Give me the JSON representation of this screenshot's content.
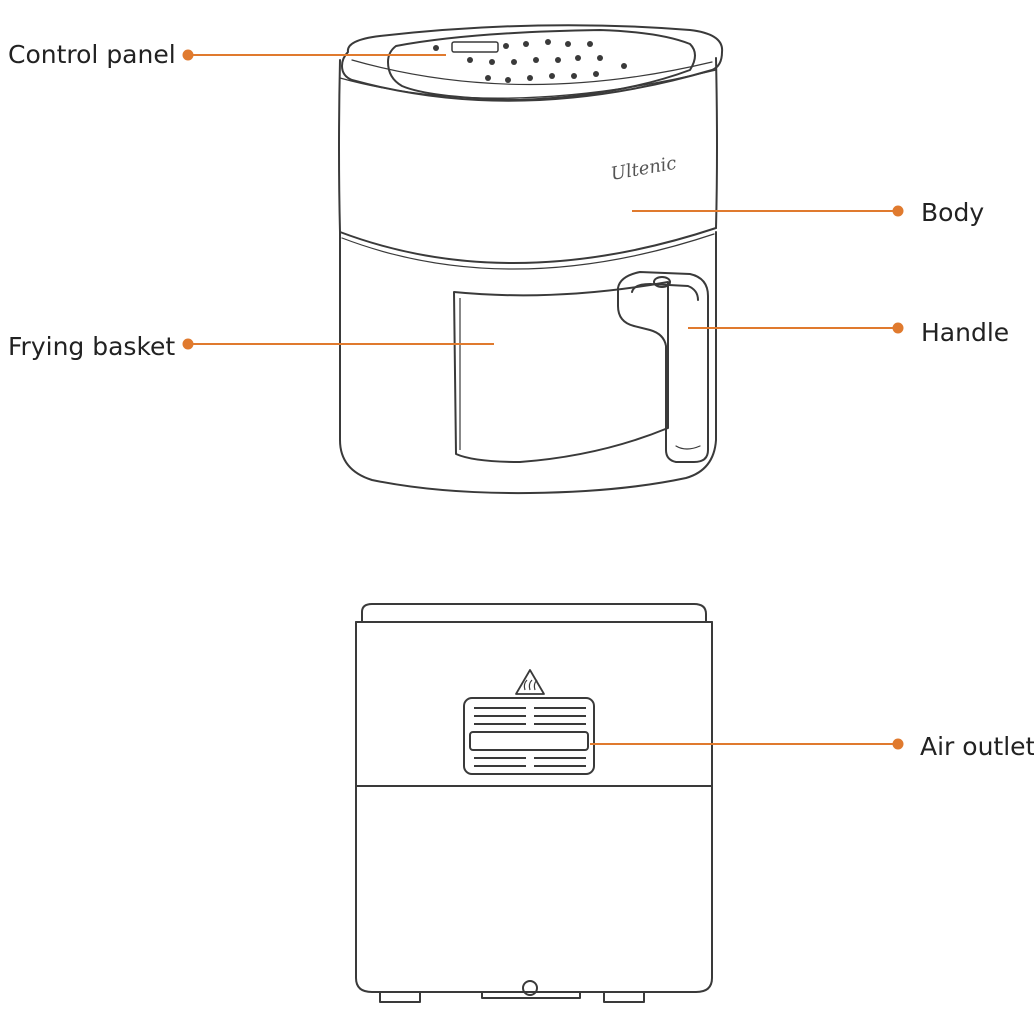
{
  "labels": {
    "control_panel": "Control panel",
    "body": "Body",
    "frying_basket": "Frying basket",
    "handle": "Handle",
    "air_outlet": "Air outlet"
  },
  "brand_logo_text": "Ultenic",
  "icons": {
    "warning": "hot-surface-warning-icon"
  },
  "colors": {
    "callout": "#e07a2e",
    "outline": "#3a3a3a",
    "label_text": "#222222"
  }
}
